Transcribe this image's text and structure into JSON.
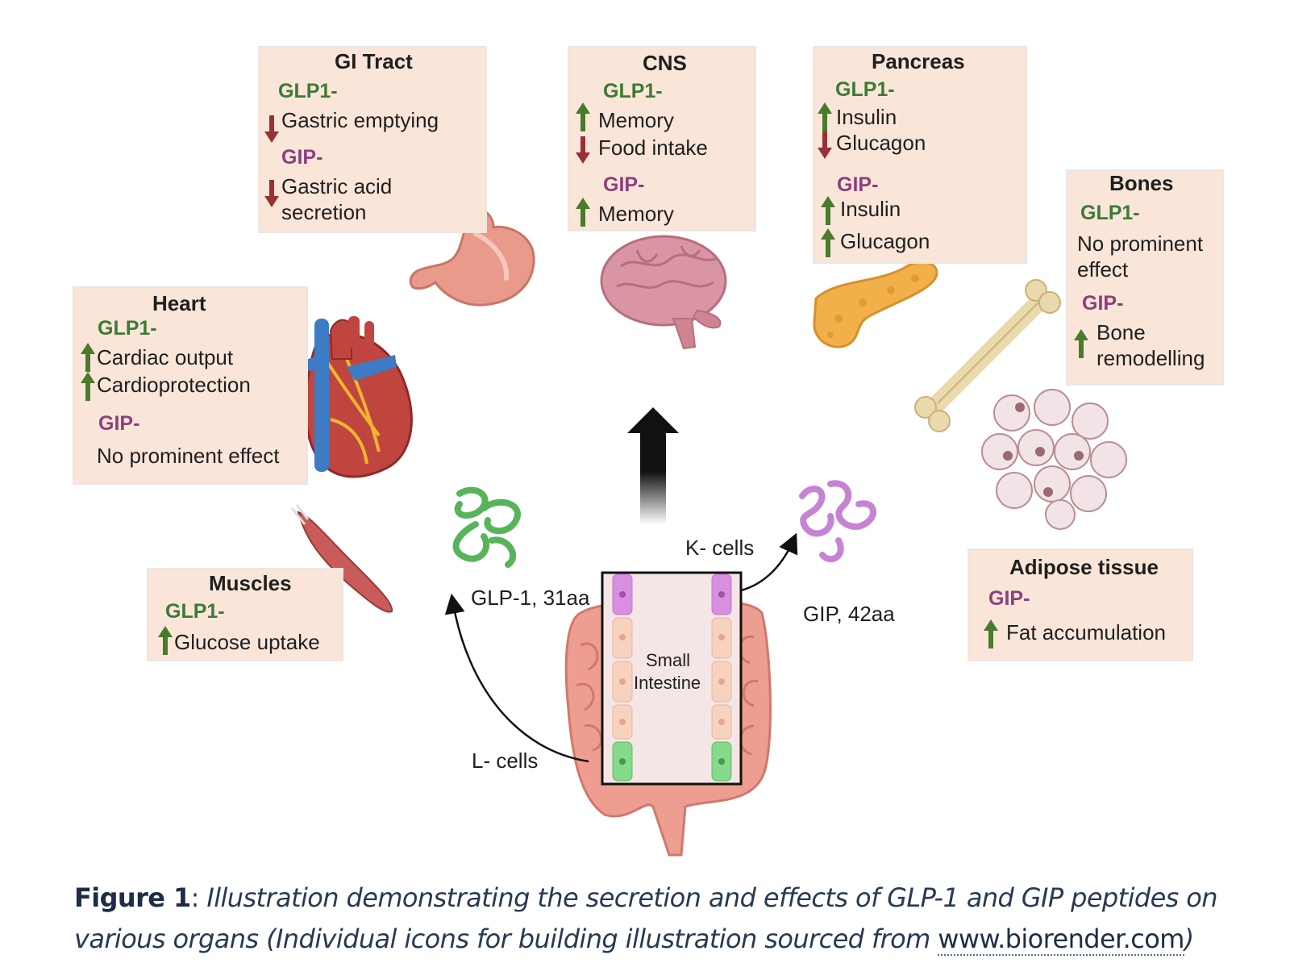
{
  "organs": {
    "gi": {
      "title": "GI Tract",
      "glp_label": "GLP1-",
      "glp_line": "Gastric emptying",
      "gip_label": "GIP-",
      "gip_line1": "Gastric acid",
      "gip_line2": "secretion"
    },
    "cns": {
      "title": "CNS",
      "glp_label": "GLP1-",
      "glp_line1": "Memory",
      "glp_line2": "Food intake",
      "gip_label": "GIP-",
      "gip_line": "Memory"
    },
    "pancreas": {
      "title": "Pancreas",
      "glp_label": "GLP1-",
      "glp_line1": "Insulin",
      "glp_line2": "Glucagon",
      "gip_label": "GIP-",
      "gip_line1": "Insulin",
      "gip_line2": "Glucagon"
    },
    "bones": {
      "title": "Bones",
      "glp_label": "GLP1-",
      "glp_line1": "No prominent",
      "glp_line2": "effect",
      "gip_label": "GIP-",
      "gip_line1": "Bone",
      "gip_line2": "remodelling"
    },
    "heart": {
      "title": "Heart",
      "glp_label": "GLP1-",
      "glp_line1": "Cardiac output",
      "glp_line2": "Cardioprotection",
      "gip_label": "GIP-",
      "gip_line": "No prominent effect"
    },
    "muscles": {
      "title": "Muscles",
      "glp_label": "GLP1-",
      "glp_line": "Glucose uptake"
    },
    "adipose": {
      "title": "Adipose tissue",
      "gip_label": "GIP-",
      "gip_line": "Fat accumulation"
    }
  },
  "labels": {
    "glp1_peptide": "GLP-1, 31aa",
    "gip_peptide": "GIP, 42aa",
    "k_cells": "K- cells",
    "l_cells": "L- cells",
    "intestine_line1": "Small",
    "intestine_line2": "Intestine"
  },
  "caption": {
    "figure_label": "Figure 1",
    "separator": ":",
    "text": "Illustration demonstrating the secretion and effects of GLP-1 and GIP peptides on various organs (Individual icons for building illustration sourced from",
    "link": "www.biorender.com",
    "closing": ")"
  },
  "colors": {
    "up_arrow": "#4a7a2c",
    "down_arrow": "#9a2f35",
    "glp_label": "#3e7a34",
    "gip_label": "#8d3f7d",
    "box_fill": "#f9e6d9"
  }
}
